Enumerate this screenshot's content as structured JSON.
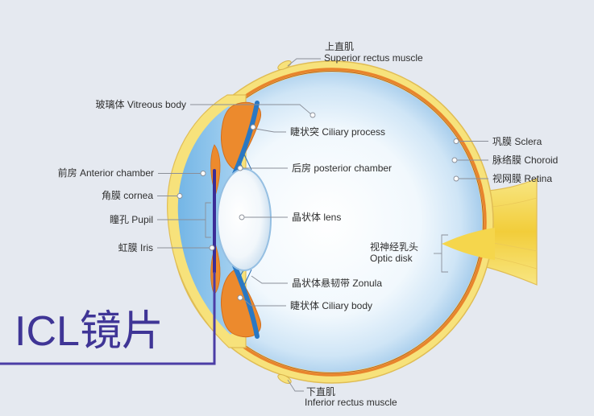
{
  "labels": {
    "superior_rectus": {
      "zh": "上直肌",
      "en": "Superior rectus muscle"
    },
    "vitreous_body": "玻璃体 Vitreous body",
    "ciliary_process": "睫状突  Ciliary process",
    "anterior_chamber": "前房 Anterior chamber",
    "posterior_chamber": "后房 posterior chamber",
    "cornea": "角膜 cornea",
    "pupil": "瞳孔 Pupil",
    "lens": "晶状体 lens",
    "iris": "虹膜 Iris",
    "zonula": "晶状体悬韧带 Zonula",
    "ciliary_body": "睫状体 Ciliary body",
    "sclera": "巩膜 Sclera",
    "choroid": "脉络膜 Choroid",
    "retina": "视网膜 Retina",
    "optic_disk": {
      "zh": "视神经乳头",
      "en": "Optic disk"
    },
    "inferior_rectus": {
      "zh": "下直肌",
      "en": "Inferior rectus muscle"
    }
  },
  "callout": {
    "label": "ICL镜片"
  },
  "colors": {
    "background": "#e5e9f0",
    "sclera": "#f7e27b",
    "choroid": "#e8842c",
    "ciliary": "#ec8a2d",
    "callout": "#3f3596"
  }
}
